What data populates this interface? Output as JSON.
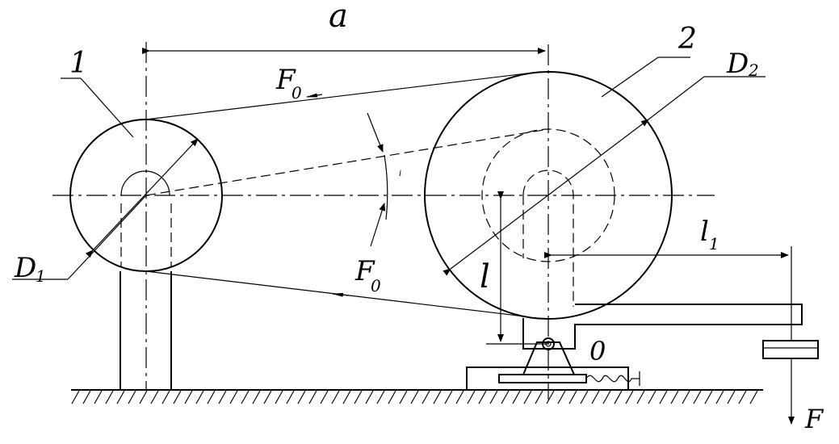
{
  "labels": {
    "a": "a",
    "pulley1": "1",
    "pulley2": "2",
    "F0_top": "F",
    "F0_top_sub": "0",
    "F0_mid": "F",
    "F0_mid_sub": "0",
    "D1": "D",
    "D1_sub": "1",
    "D2": "D",
    "D2_sub": "2",
    "l": "l",
    "l1": "l",
    "l1_sub": "1",
    "pivot": "0",
    "force": "F",
    "angle_mark": "i"
  },
  "colors": {
    "line": "#000000",
    "background": "#ffffff"
  }
}
